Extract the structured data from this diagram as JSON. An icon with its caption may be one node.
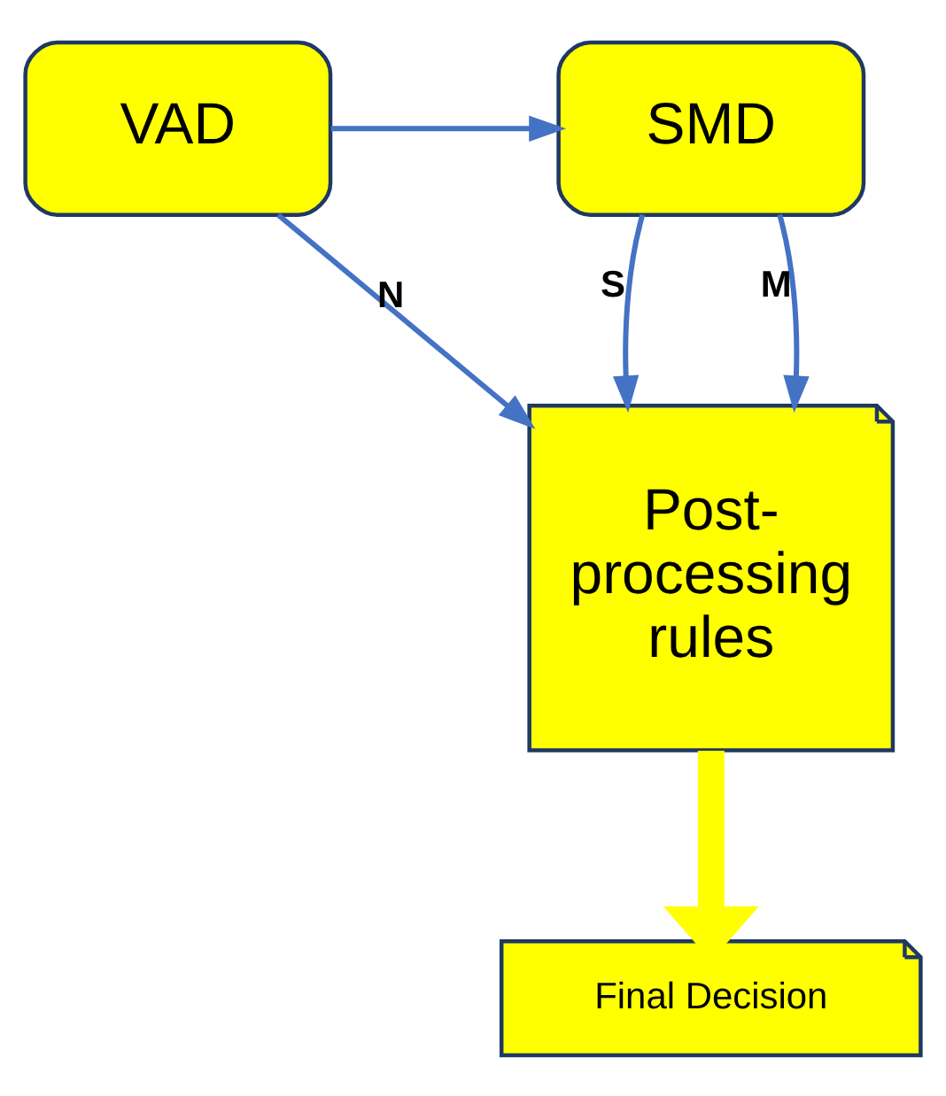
{
  "diagram": {
    "nodes": [
      {
        "text": [
          "VAD"
        ]
      },
      {
        "text": [
          "SMD"
        ]
      },
      {
        "text": [
          "Post-processing rules"
        ]
      },
      {
        "text": [
          "Final Decision"
        ]
      }
    ],
    "edges": [
      {
        "from": 0,
        "to": 1,
        "arrow": "to"
      },
      {
        "from": 0,
        "to": 2,
        "arrow": "to",
        "label": "N"
      },
      {
        "from": 1,
        "to": 2,
        "arrow": "to",
        "label": "S"
      },
      {
        "from": 1,
        "to": 2,
        "arrow": "to",
        "label": "M"
      },
      {
        "from": 2,
        "to": 3,
        "arrow": "to",
        "style": "thick",
        "color": "#ffff00"
      }
    ]
  }
}
